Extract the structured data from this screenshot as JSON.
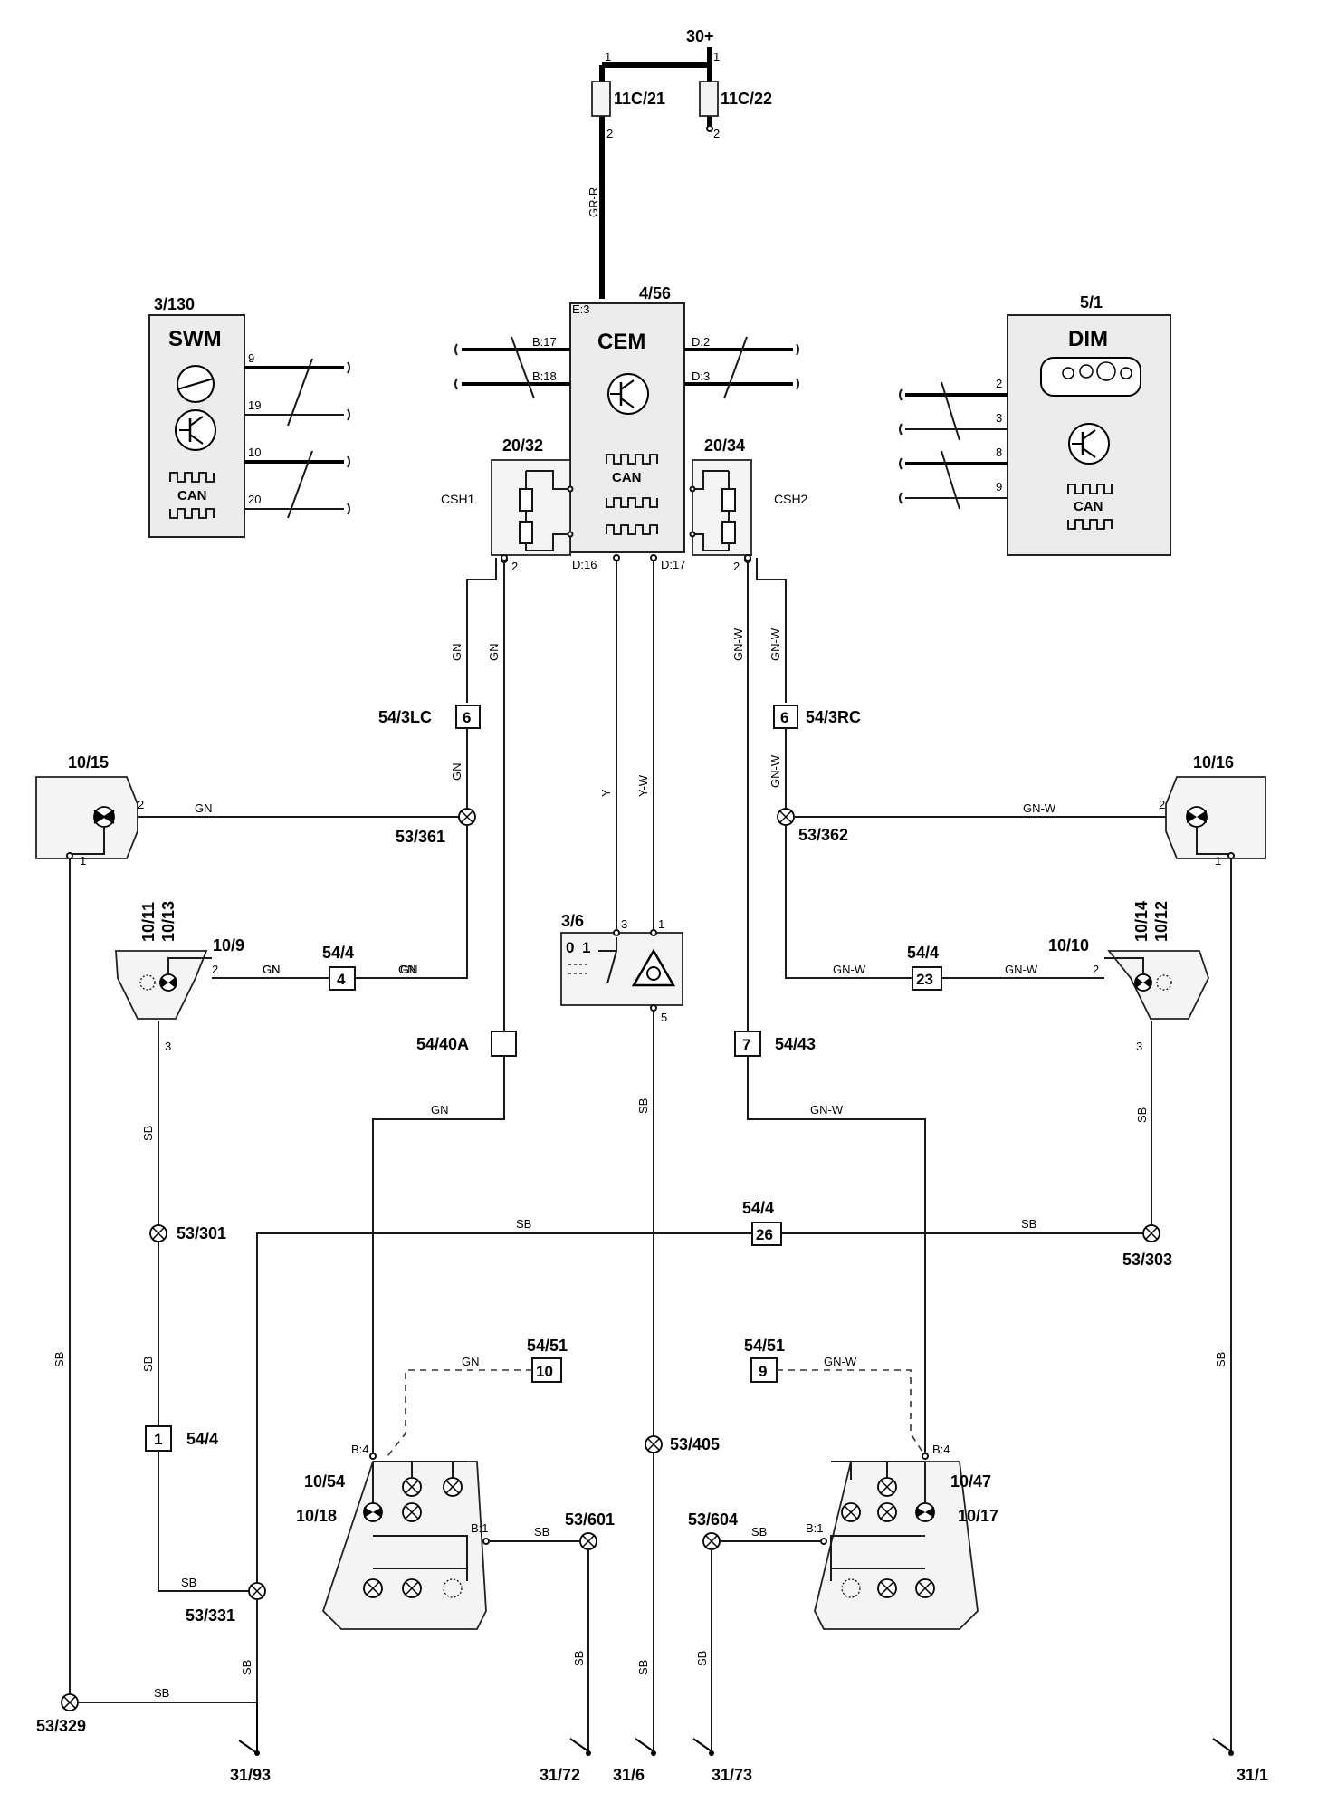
{
  "supply": {
    "label": "30+",
    "pin_a": "1",
    "pin_b": "1"
  },
  "fuses": {
    "f1": {
      "label": "11C/21",
      "pin_top": "1",
      "pin_bot": "2"
    },
    "f2": {
      "label": "11C/22",
      "pin_top": "1",
      "pin_bot": "2"
    }
  },
  "wires": {
    "gr_r": "GR-R",
    "gn": "GN",
    "gn_w": "GN-W",
    "y": "Y",
    "y_w": "Y-W",
    "sb": "SB"
  },
  "cem": {
    "id": "4/56",
    "name": "CEM",
    "pins": {
      "e3": "E:3",
      "b17": "B:17",
      "b18": "B:18",
      "d2": "D:2",
      "d3": "D:3",
      "d16": "D:16",
      "d17": "D:17"
    },
    "can": "CAN"
  },
  "swm": {
    "id": "3/130",
    "name": "SWM",
    "pins": [
      "9",
      "19",
      "10",
      "20"
    ],
    "can": "CAN"
  },
  "dim": {
    "id": "5/1",
    "name": "DIM",
    "pins": [
      "2",
      "3",
      "8",
      "9"
    ],
    "can": "CAN"
  },
  "csh1": {
    "id": "20/32",
    "name": "CSH1",
    "pin": "2"
  },
  "csh2": {
    "id": "20/34",
    "name": "CSH2",
    "pin": "2"
  },
  "connectors": {
    "c_3lc": {
      "id": "54/3LC",
      "num": "6"
    },
    "c_3rc": {
      "id": "54/3RC",
      "num": "6"
    },
    "c_4l": {
      "id": "54/4",
      "num": "4"
    },
    "c_4r": {
      "id": "54/4",
      "num": "23"
    },
    "c_40a": {
      "id": "54/40A",
      "num": ""
    },
    "c_43": {
      "id": "54/43",
      "num": "7"
    },
    "c_26": {
      "id": "54/4",
      "num": "26"
    },
    "c_1": {
      "id": "54/4",
      "num": "1"
    },
    "c_51l": {
      "id": "54/51",
      "num": "10"
    },
    "c_51r": {
      "id": "54/51",
      "num": "9"
    }
  },
  "splices": {
    "s361": "53/361",
    "s362": "53/362",
    "s301": "53/301",
    "s303": "53/303",
    "s331": "53/331",
    "s329": "53/329",
    "s405": "53/405",
    "s601": "53/601",
    "s604": "53/604"
  },
  "lamps": {
    "l1015": {
      "id": "10/15",
      "pin2": "2",
      "pin1": "1"
    },
    "l1016": {
      "id": "10/16",
      "pin2": "2",
      "pin1": "1"
    },
    "l109": {
      "id": "10/9",
      "alt1": "10/11",
      "alt2": "10/13",
      "pin2": "2",
      "pin3": "3"
    },
    "l1010": {
      "id": "10/10",
      "alt1": "10/14",
      "alt2": "10/12",
      "pin2": "2",
      "pin3": "3"
    },
    "rl": {
      "id_a": "10/54",
      "id_b": "10/18",
      "pin_b4": "B:4",
      "pin_b1": "B:1"
    },
    "rr": {
      "id_a": "10/47",
      "id_b": "10/17",
      "pin_b4": "B:4",
      "pin_b1": "B:1"
    }
  },
  "switch": {
    "id": "3/6",
    "pins": [
      "3",
      "1",
      "5"
    ],
    "pos0": "0",
    "pos1": "1"
  },
  "grounds": {
    "g93": "31/93",
    "g72": "31/72",
    "g6": "31/6",
    "g73": "31/73",
    "g1": "31/1"
  }
}
